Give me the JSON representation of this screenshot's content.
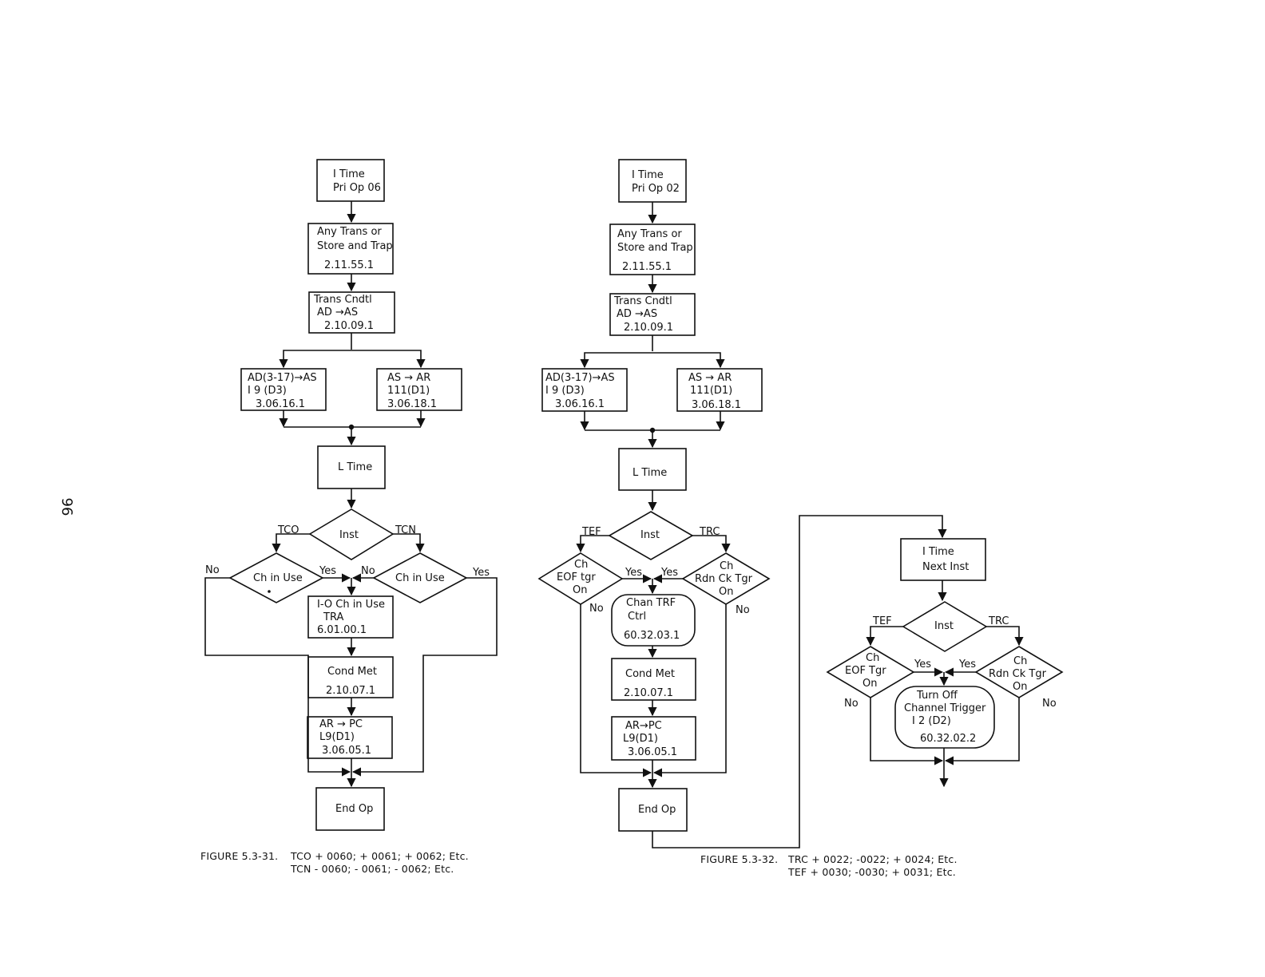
{
  "page_number": "96",
  "figure_31": {
    "node_a": [
      "I Time",
      "Pri Op 06"
    ],
    "node_b": [
      "Any Trans or",
      "Store and Trap",
      "2.11.55.1"
    ],
    "node_c": [
      "Trans Cndtl",
      "AD →AS",
      "2.10.09.1"
    ],
    "node_d": [
      "AD(3-17)→AS",
      "I 9 (D3)",
      "3.06.16.1"
    ],
    "node_e": [
      "AS → AR",
      "111(D1)",
      "3.06.18.1"
    ],
    "node_f": [
      "L Time"
    ],
    "inst": "Inst",
    "tco": "TCO",
    "tcn": "TCN",
    "ch_in_use_left": "Ch in Use",
    "ch_in_use_right": "Ch in Use",
    "no_left": "No",
    "yes_left": "Yes",
    "no_right": "No",
    "yes_right": "Yes",
    "node_g": [
      "I-O Ch in Use",
      "TRA",
      "6.01.00.1"
    ],
    "node_h": [
      "Cond Met",
      "2.10.07.1"
    ],
    "node_i": [
      "AR → PC",
      "L9(D1)",
      "3.06.05.1"
    ],
    "node_j": [
      "End Op"
    ],
    "caption_label": "FIGURE 5.3-31.",
    "caption_line1": "TCO + 0060; + 0061; + 0062; Etc.",
    "caption_line2": "TCN - 0060; - 0061; - 0062; Etc."
  },
  "figure_32": {
    "node_a": [
      "I Time",
      "Pri Op 02"
    ],
    "node_b": [
      "Any Trans or",
      "Store and Trap",
      "2.11.55.1"
    ],
    "node_c": [
      "Trans Cndtl",
      "AD →AS",
      "2.10.09.1"
    ],
    "node_d": [
      "AD(3-17)→AS",
      "I 9 (D3)",
      "3.06.16.1"
    ],
    "node_e": [
      "AS → AR",
      "111(D1)",
      "3.06.18.1"
    ],
    "node_f": [
      "L Time"
    ],
    "inst": "Inst",
    "tef": "TEF",
    "trc": "TRC",
    "ch_eof": [
      "Ch",
      "EOF tgr",
      "On"
    ],
    "ch_rdn": [
      "Ch",
      "Rdn Ck Tgr",
      "On"
    ],
    "yes_left": "Yes",
    "no_left": "No",
    "yes_right": "Yes",
    "no_right": "No",
    "node_g": [
      "Chan TRF",
      "Ctrl",
      "60.32.03.1"
    ],
    "node_h": [
      "Cond Met",
      "2.10.07.1"
    ],
    "node_i": [
      "AR→PC",
      "L9(D1)",
      "3.06.05.1"
    ],
    "node_j": [
      "End Op"
    ],
    "next_inst": [
      "I Time",
      "Next Inst"
    ],
    "inst2": "Inst",
    "tef2": "TEF",
    "trc2": "TRC",
    "ch_eof2": [
      "Ch",
      "EOF Tgr",
      "On"
    ],
    "ch_rdn2": [
      "Ch",
      "Rdn Ck Tgr",
      "On"
    ],
    "yes2_left": "Yes",
    "yes2_right": "Yes",
    "no2_left": "No",
    "no2_right": "No",
    "turn_off": [
      "Turn Off",
      "Channel Trigger",
      "I 2 (D2)",
      "60.32.02.2"
    ],
    "caption_label": "FIGURE 5.3-32.",
    "caption_line1": "TRC + 0022; -0022; + 0024; Etc.",
    "caption_line2": "TEF + 0030; -0030; + 0031; Etc."
  }
}
